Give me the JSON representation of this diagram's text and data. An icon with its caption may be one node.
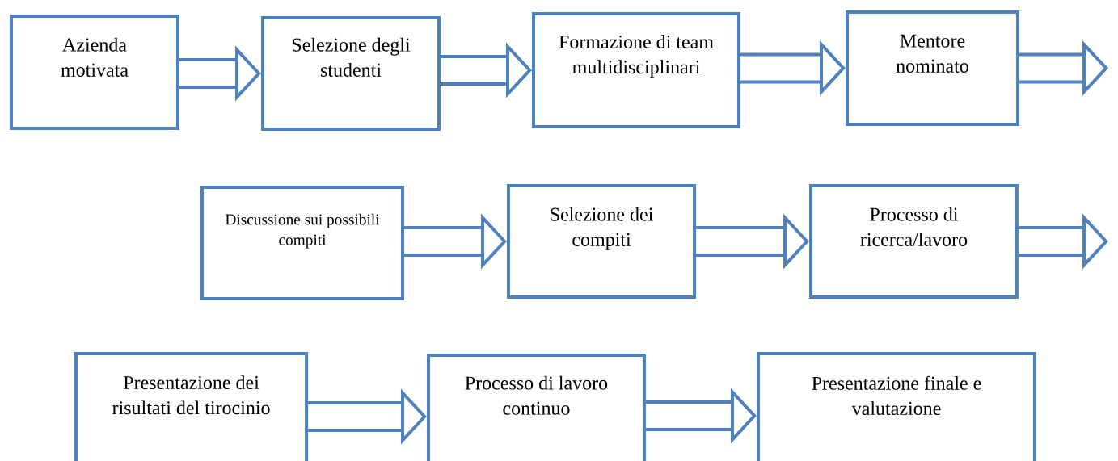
{
  "diagram": {
    "nodes": [
      {
        "text": [
          "Azienda motivata"
        ]
      },
      {
        "text": [
          "Selezione degli studenti"
        ]
      },
      {
        "text": [
          "Formazione di team multidisciplinari"
        ]
      },
      {
        "text": [
          "Mentore nominato"
        ]
      },
      {
        "text": [
          "Discussione sui possibili compiti"
        ]
      },
      {
        "text": [
          "Selezione dei compiti"
        ]
      },
      {
        "text": [
          "Processo di ricerca/lavoro"
        ]
      },
      {
        "text": [
          "Presentazione dei risultati del tirocinio"
        ]
      },
      {
        "text": [
          "Processo di lavoro continuo"
        ]
      },
      {
        "text": [
          "Presentazione finale e valutazione"
        ]
      }
    ],
    "edges": [
      {
        "from": 0,
        "to": 1,
        "arrow": "to"
      },
      {
        "from": 1,
        "to": 2,
        "arrow": "to"
      },
      {
        "from": 2,
        "to": 3,
        "arrow": "to"
      },
      {
        "from": 3,
        "to": null,
        "arrow": "to"
      },
      {
        "from": 4,
        "to": 5,
        "arrow": "to"
      },
      {
        "from": 5,
        "to": 6,
        "arrow": "to"
      },
      {
        "from": 6,
        "to": null,
        "arrow": "to"
      },
      {
        "from": 7,
        "to": 8,
        "arrow": "to"
      },
      {
        "from": 8,
        "to": 9,
        "arrow": "to"
      }
    ]
  }
}
